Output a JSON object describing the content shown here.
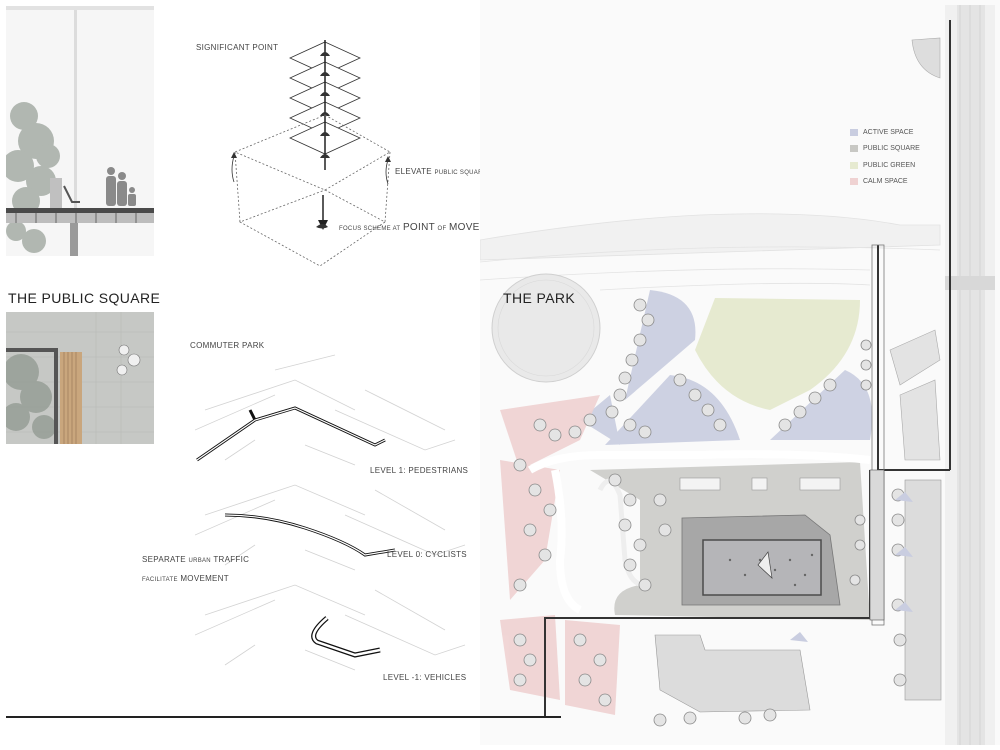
{
  "sections": {
    "public_square_title": "THE PUBLIC SQUARE",
    "park_title": "THE PARK"
  },
  "diagram_top": {
    "significant_point": "SIGNIFICANT  POINT",
    "elevate_big": "ELEVATE",
    "elevate_small": "PUBLIC SQUARE",
    "focus_small": "FOCUS SCHEME AT",
    "focus_big": "POINT",
    "focus_small2": "OF",
    "focus_big2": "MOVEMENT"
  },
  "diagram_traffic": {
    "commuter_park": "COMMUTER PARK",
    "level_1": "LEVEL 1: PEDESTRIANS",
    "level_0": "LEVEL 0: CYCLISTS",
    "level_m1": "LEVEL -1: VEHICLES",
    "separate_big": "SEPARATE",
    "separate_small": "URBAN",
    "separate_big2": "TRAFFIC",
    "facilitate_small": "FACILITATE",
    "facilitate_big": "MOVEMENT"
  },
  "legend": [
    {
      "label": "ACTIVE SPACE",
      "color": "#c9cde0"
    },
    {
      "label": "PUBLIC SQUARE",
      "color": "#c8c8c4"
    },
    {
      "label": "PUBLIC GREEN",
      "color": "#e6ead0"
    },
    {
      "label": "CALM SPACE",
      "color": "#efd2d2"
    }
  ]
}
